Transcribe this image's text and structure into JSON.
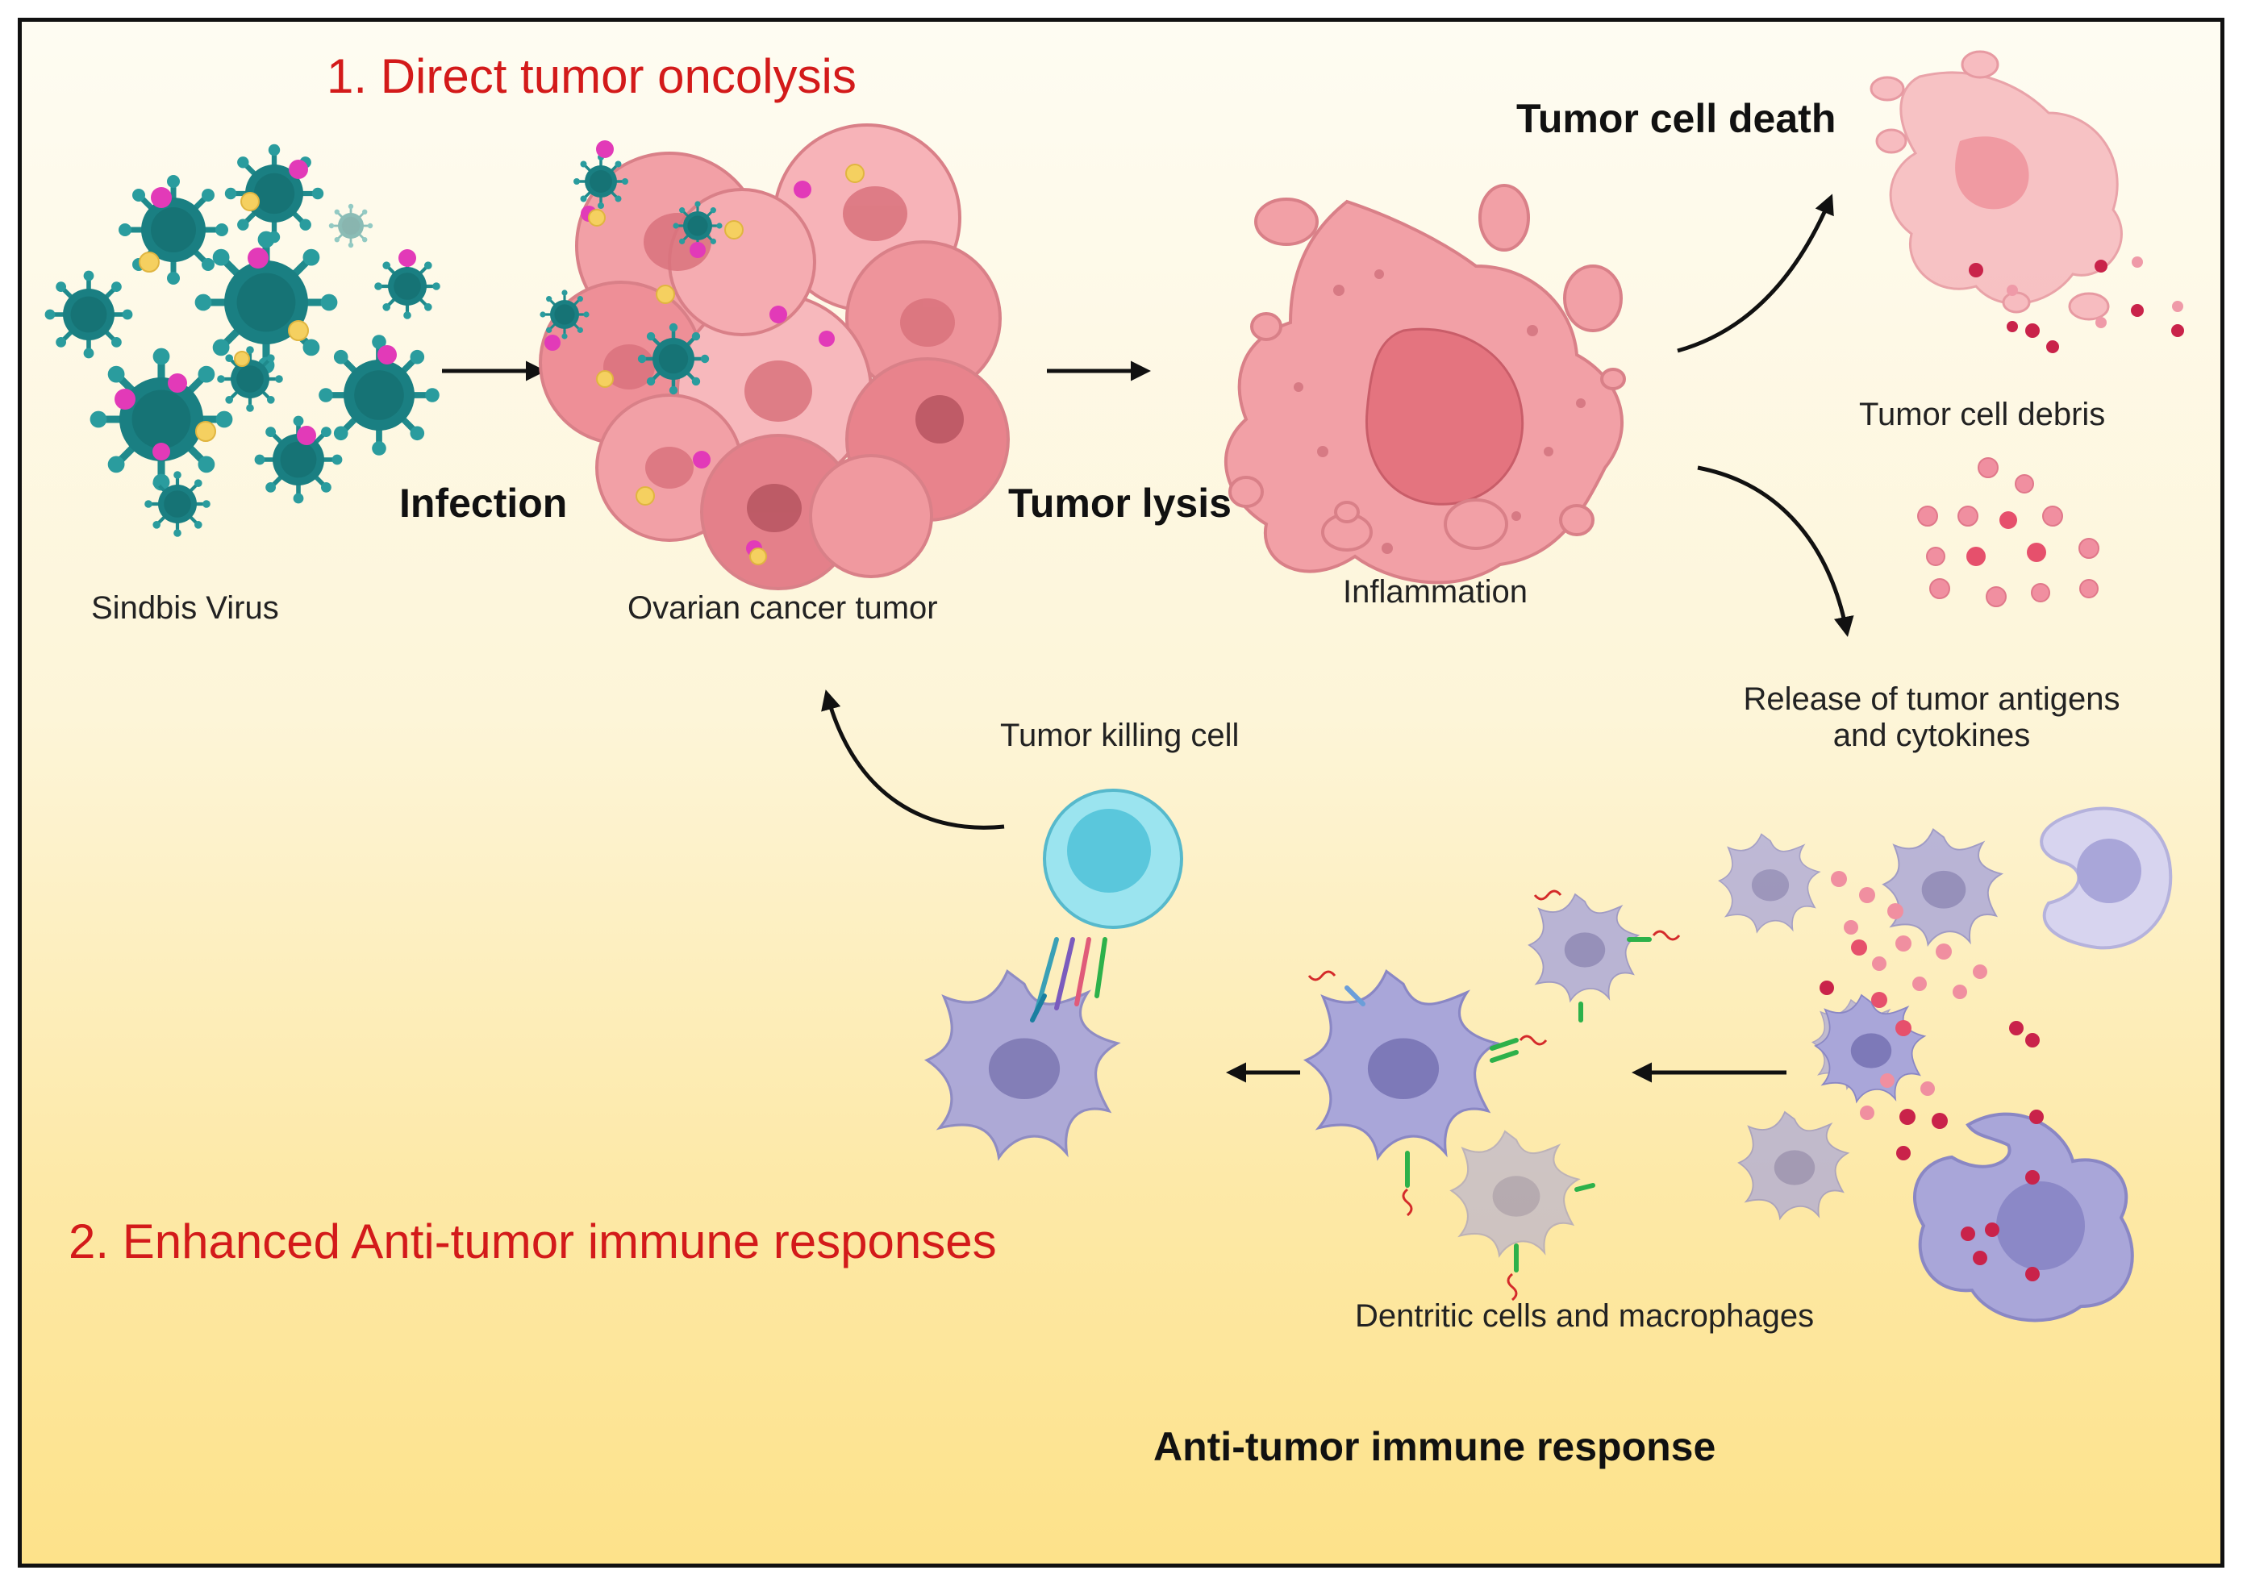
{
  "headings": {
    "direct_oncolysis": "1. Direct tumor oncolysis",
    "enhanced_immune": "2. Enhanced Anti-tumor immune responses"
  },
  "process_labels": {
    "infection": "Infection",
    "tumor_lysis": "Tumor lysis",
    "tumor_cell_death": "Tumor cell death",
    "anti_tumor_response": "Anti-tumor immune response"
  },
  "captions": {
    "sindbis_virus": "Sindbis Virus",
    "ovarian_tumor": "Ovarian cancer tumor",
    "inflammation": "Inflammation",
    "tumor_debris": "Tumor cell debris",
    "release_line1": "Release of tumor antigens",
    "release_line2": "and cytokines",
    "tumor_killing_cell": "Tumor killing cell",
    "dendritic_macrophages": "Dentritic cells and macrophages"
  },
  "colors": {
    "heading_red": "#d31a1a",
    "virus_teal": "#1f8a8c",
    "tumor_pink": "#f2a0a6",
    "immune_purple": "#a9a6d9",
    "tcell_cyan": "#6fd3e6",
    "antigen_red": "#d2264f"
  }
}
